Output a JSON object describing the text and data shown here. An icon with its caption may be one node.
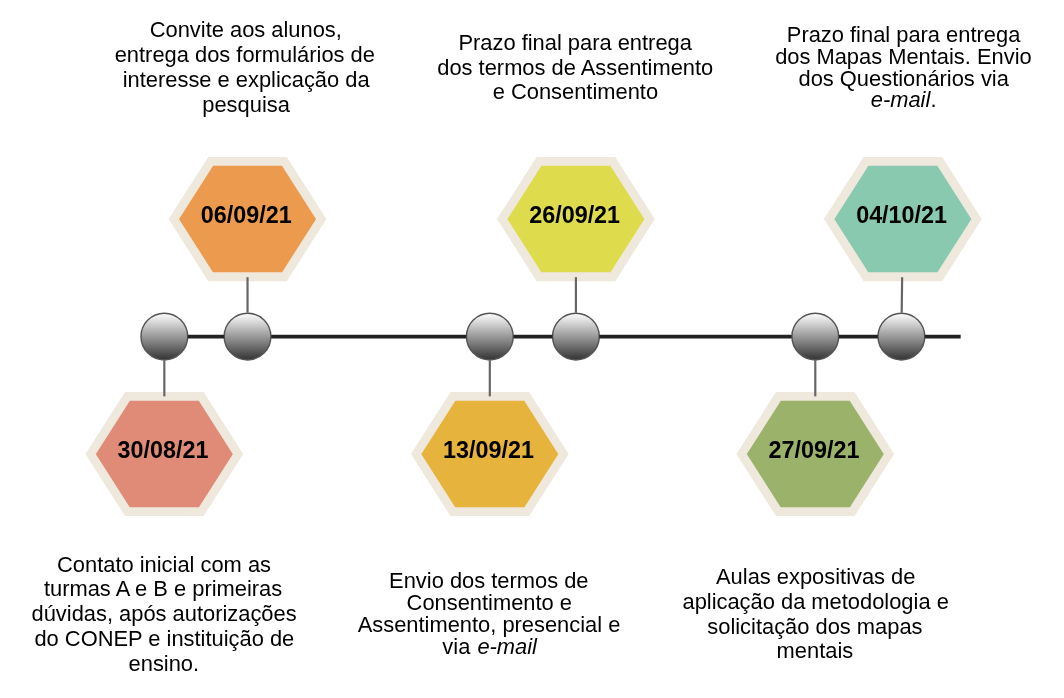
{
  "diagram": {
    "nodes": [
      {
        "text": [],
        "shape": "circle"
      },
      {
        "text": [],
        "shape": "circle"
      },
      {
        "text": [],
        "shape": "circle"
      },
      {
        "text": [],
        "shape": "circle"
      },
      {
        "text": [],
        "shape": "circle"
      },
      {
        "text": [],
        "shape": "circle"
      },
      {
        "text": [
          "30/08/21"
        ],
        "beside": [
          "Contato inicial com as turmas A e B e primeiras dúvidas, após autorizações do CONEP e instituição de ensino."
        ]
      },
      {
        "text": [
          "06/09/21"
        ],
        "beside": [
          "Convite aos alunos, entrega dos formulários de interesse e explicação da pesquisa"
        ]
      },
      {
        "text": [
          "13/09/21"
        ],
        "beside": [
          "Envio dos termos de Consentimento e Assentimento, presencial e via *e-mail*"
        ]
      },
      {
        "text": [
          "26/09/21"
        ],
        "beside": [
          "Prazo final para entrega dos termos de Assentimento e Consentimento"
        ]
      },
      {
        "text": [
          "27/09/21"
        ],
        "beside": [
          "Aulas expositivas de aplicação da metodologia e solicitação dos mapas mentais"
        ]
      },
      {
        "text": [
          "04/10/21"
        ],
        "beside": [
          "Prazo final para entrega dos Mapas Mentais. Envio dos Questionários via *e-mail*."
        ]
      }
    ],
    "edges": [
      {
        "from": 0,
        "to": 1,
        "arrow": "none"
      },
      {
        "from": 1,
        "to": 2,
        "arrow": "none"
      },
      {
        "from": 2,
        "to": 3,
        "arrow": "none"
      },
      {
        "from": 3,
        "to": 4,
        "arrow": "none"
      },
      {
        "from": 4,
        "to": 5,
        "arrow": "none"
      },
      {
        "from": 5,
        "to": null,
        "arrow": "none"
      },
      {
        "from": 0,
        "to": 6,
        "arrow": "none"
      },
      {
        "from": 7,
        "to": 1,
        "arrow": "none"
      },
      {
        "from": 2,
        "to": 8,
        "arrow": "none"
      },
      {
        "from": 9,
        "to": 3,
        "arrow": "none"
      },
      {
        "from": 4,
        "to": 10,
        "arrow": "none"
      },
      {
        "from": 11,
        "to": 5,
        "arrow": "none"
      }
    ]
  }
}
